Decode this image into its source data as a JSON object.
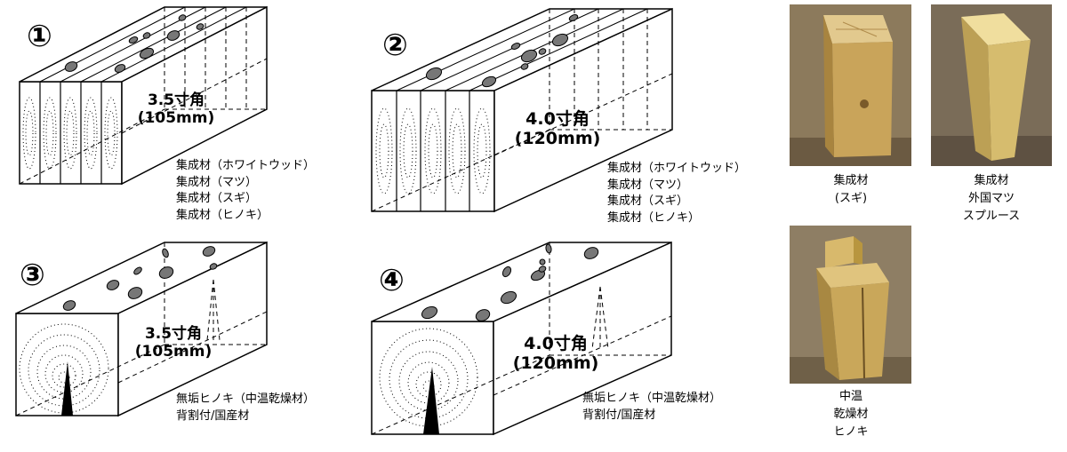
{
  "diagrams": [
    {
      "number": "①",
      "dimension_main": "3.5寸角",
      "dimension_sub": "(105mm)",
      "specs": [
        "集成材（ホワイトウッド）",
        "集成材（マツ）",
        "集成材（スギ）",
        "集成材（ヒノキ）"
      ],
      "section_type": "laminated"
    },
    {
      "number": "②",
      "dimension_main": "4.0寸角",
      "dimension_sub": "(120mm)",
      "specs": [
        "集成材（ホワイトウッド）",
        "集成材（マツ）",
        "集成材（スギ）",
        "集成材（ヒノキ）"
      ],
      "section_type": "laminated"
    },
    {
      "number": "③",
      "dimension_main": "3.5寸角",
      "dimension_sub": "(105mm)",
      "specs": [
        "無垢ヒノキ（中温乾燥材）",
        "背割付/国産材"
      ],
      "section_type": "solid-backsplit"
    },
    {
      "number": "④",
      "dimension_main": "4.0寸角",
      "dimension_sub": "(120mm)",
      "specs": [
        "無垢ヒノキ（中温乾燥材）",
        "背割付/国産材"
      ],
      "section_type": "solid-backsplit"
    }
  ],
  "photos": [
    {
      "caption": [
        "集成材",
        "(スギ)"
      ],
      "background": "#8c7a5c",
      "wood": "#d4b26a"
    },
    {
      "caption": [
        "集成材",
        "外国マツ",
        "スプルース"
      ],
      "background": "#7a6c58",
      "wood": "#dcc27a"
    },
    {
      "caption": [
        "中温",
        "乾燥材",
        "ヒノキ"
      ],
      "background": "#8e7e64",
      "wood": "#c9a75a"
    }
  ]
}
